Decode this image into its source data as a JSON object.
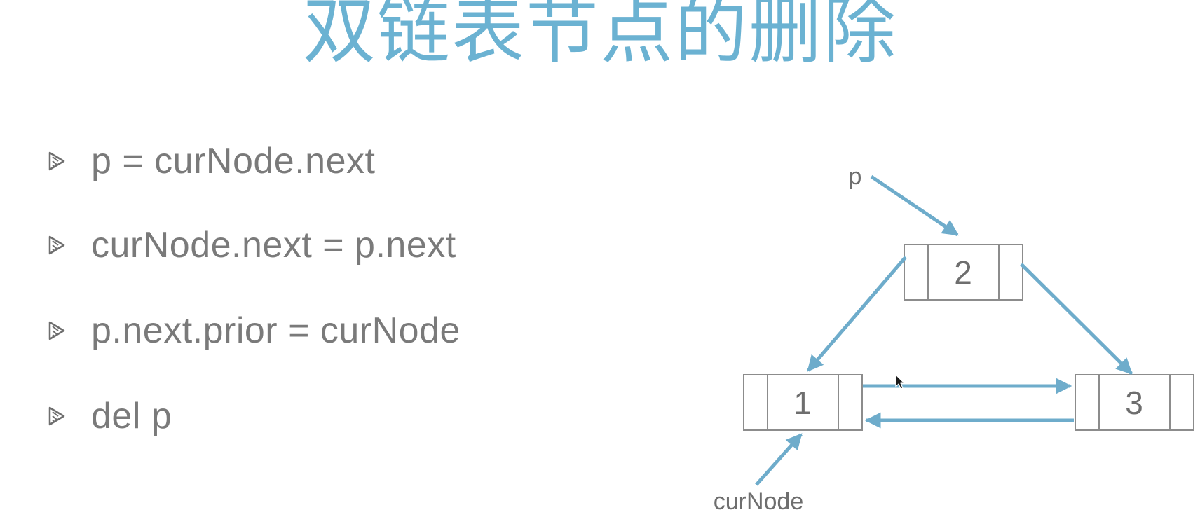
{
  "title": "双链表节点的删除",
  "bullets": [
    {
      "text": "p = curNode.next"
    },
    {
      "text": "curNode.next = p.next"
    },
    {
      "text": "p.next.prior = curNode"
    },
    {
      "text": "del p"
    }
  ],
  "diagram": {
    "nodes": [
      {
        "label": "1"
      },
      {
        "label": "2"
      },
      {
        "label": "3"
      }
    ],
    "pointer_labels": {
      "p": "p",
      "curNode": "curNode"
    },
    "arrow_color": "#6eaccb",
    "box_color": "#8c8c8c"
  },
  "colors": {
    "title": "#6bb2d2",
    "text": "#7a7a7a"
  }
}
